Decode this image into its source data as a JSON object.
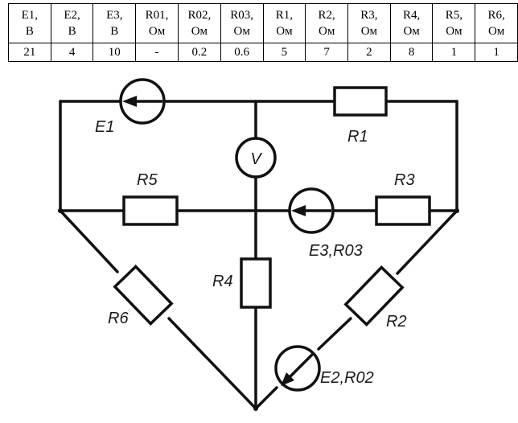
{
  "table": {
    "headers": [
      {
        "name": "E1,",
        "unit": "В"
      },
      {
        "name": "E2,",
        "unit": "В"
      },
      {
        "name": "E3,",
        "unit": "В"
      },
      {
        "name": "R01,",
        "unit": "Ом"
      },
      {
        "name": "R02,",
        "unit": "Ом"
      },
      {
        "name": "R03,",
        "unit": "Ом"
      },
      {
        "name": "R1,",
        "unit": "Ом"
      },
      {
        "name": "R2,",
        "unit": "Ом"
      },
      {
        "name": "R3,",
        "unit": "Ом"
      },
      {
        "name": "R4,",
        "unit": "Ом"
      },
      {
        "name": "R5,",
        "unit": "Ом"
      },
      {
        "name": "R6,",
        "unit": "Ом"
      }
    ],
    "values": [
      "21",
      "4",
      "10",
      "-",
      "0.2",
      "0.6",
      "5",
      "7",
      "2",
      "8",
      "1",
      "1"
    ]
  },
  "circuit": {
    "labels": {
      "e1": "E1",
      "r1": "R1",
      "r5": "R5",
      "r3": "R3",
      "voltmeter": "V",
      "e3": "E3,R03",
      "r4": "R4",
      "r6": "R6",
      "r2": "R2",
      "e2": "E2,R02"
    }
  }
}
